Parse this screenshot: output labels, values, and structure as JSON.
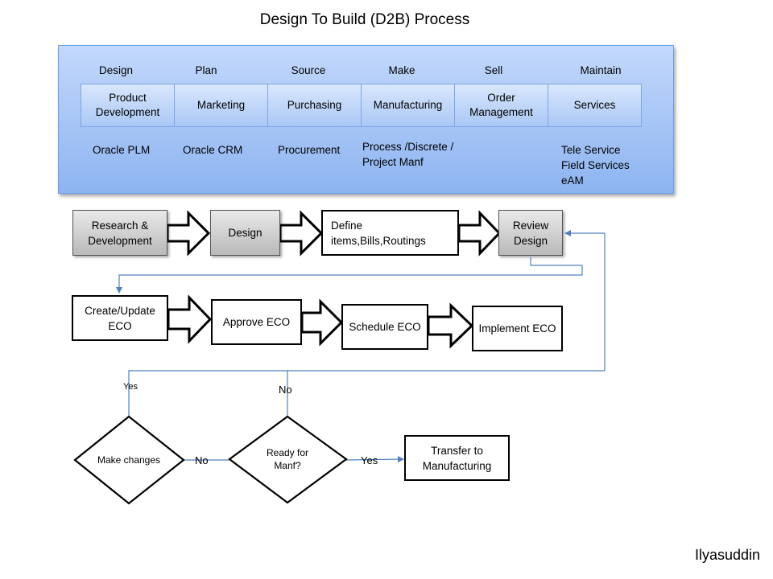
{
  "title": "Design To Build (D2B) Process",
  "phases": [
    "Design",
    "Plan",
    "Source",
    "Make",
    "Sell",
    "Maintain"
  ],
  "functions": [
    "Product Development",
    "Marketing",
    "Purchasing",
    "Manufacturing",
    "Order Management",
    "Services"
  ],
  "systems": {
    "plm": "Oracle PLM",
    "crm": "Oracle CRM",
    "procurement": "Procurement",
    "manufacturing": [
      "Process /Discrete /",
      "Project Manf"
    ],
    "services": [
      "Tele Service",
      "Field Services",
      "eAM"
    ]
  },
  "row1": [
    "Research & Development",
    "Design",
    "Define items,Bills,Routings",
    "Review Design"
  ],
  "row2": [
    "Create/Update ECO",
    "Approve ECO",
    "Schedule ECO",
    "Implement ECO"
  ],
  "decisions": {
    "make_changes": "Make changes",
    "ready": "Ready for Manf?"
  },
  "transfer": "Transfer to Manufacturing",
  "labels": {
    "yes_left": "Yes",
    "no_top": "No",
    "no_between": "No",
    "yes_right": "Yes"
  },
  "credit": "Ilyasuddin",
  "colors": {
    "panel": "#8db4f1",
    "connector": "#4f81bd"
  }
}
